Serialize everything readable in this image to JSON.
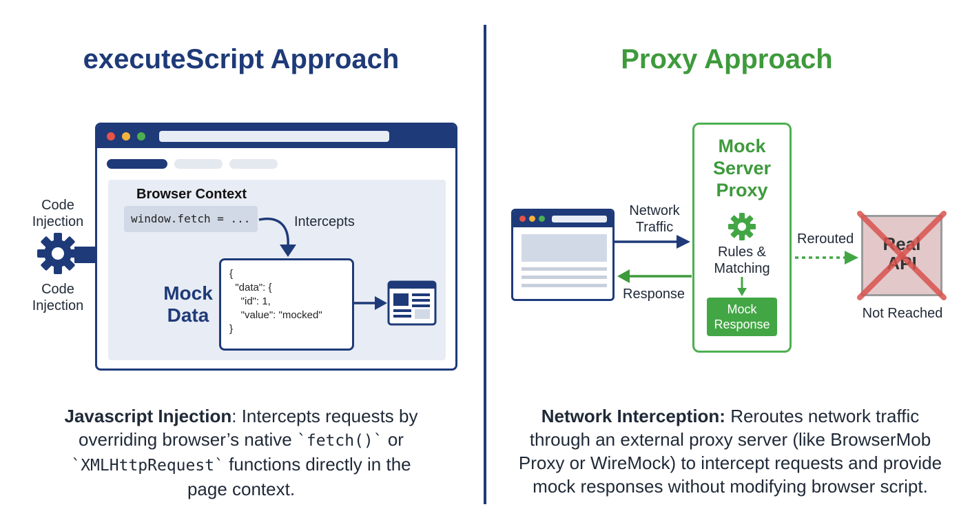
{
  "left": {
    "title": "executeScript Approach",
    "code_injection_top": [
      "Code",
      "Injection"
    ],
    "code_injection_bottom": [
      "Code",
      "Injection"
    ],
    "browser_context_label": "Browser Context",
    "code_snippet": "window.fetch = ...",
    "intercepts_label": "Intercepts",
    "mock_data_label": [
      "Mock",
      "Data"
    ],
    "json_lines": [
      "{",
      "  \"data\": {",
      "    \"id\": 1,",
      "    \"value\": \"mocked\"",
      "}"
    ],
    "description": {
      "bold": "Javascript Injection",
      "text1": ": Intercepts requests by",
      "text2": "overriding browser’s native ",
      "code1": "`fetch()`",
      "text3": " or",
      "code2": "`XMLHttpRequest`",
      "text4": " functions directly in the",
      "text5": "page context."
    }
  },
  "right": {
    "title": "Proxy Approach",
    "network_traffic": [
      "Network",
      "Traffic"
    ],
    "response_label": "Response",
    "proxy_title": [
      "Mock",
      "Server",
      "Proxy"
    ],
    "rules_label": [
      "Rules &",
      "Matching"
    ],
    "mock_response": [
      "Mock",
      "Response"
    ],
    "rerouted_label": "Rerouted",
    "real_api": [
      "Real",
      "API"
    ],
    "not_reached": "Not Reached",
    "description": {
      "bold": "Network Interception:",
      "line1": " Reroutes network traffic",
      "line2": "through an external proxy server (like BrowserMob",
      "line3": "Proxy or WireMock) to intercept requests and provide",
      "line4": "mock responses without modifying browser script."
    }
  },
  "colors": {
    "navy": "#1e3a78",
    "green": "#3e9a3c",
    "light_panel": "#e8ecf4",
    "red_cross": "#d9534f"
  }
}
